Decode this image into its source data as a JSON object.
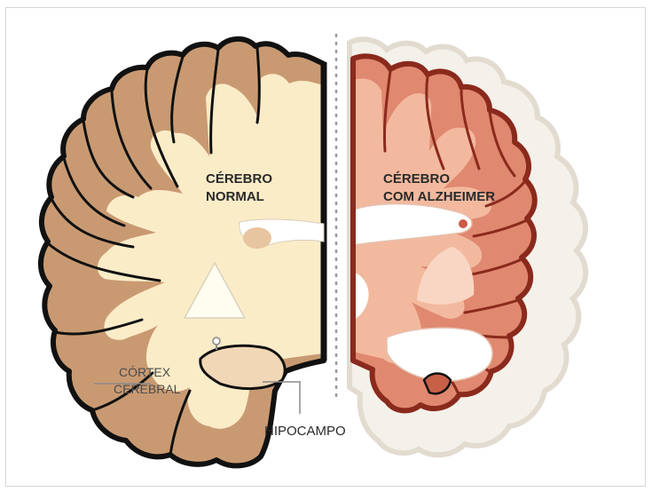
{
  "labels": {
    "normal_line1": "CÉREBRO",
    "normal_line2": "NORMAL",
    "alz_line1": "CÉREBRO",
    "alz_line2": "COM ALZHEIMER",
    "cortex_line1": "CÓRTEX",
    "cortex_line2": "CEREBRAL",
    "hippocampus": "HIPOCAMPO"
  },
  "colors": {
    "normal_cortex": "#c99a72",
    "normal_white_matter": "#fbecc8",
    "normal_outline": "#111111",
    "alz_cortex": "#e08870",
    "alz_white_matter": "#f2b99e",
    "alz_outline": "#8a2a1c",
    "shrink_ghost": "#e6e0d8",
    "ventricle": "#ffffff",
    "divider": "#9a9a9a",
    "label_text": "#2a2a2a"
  }
}
